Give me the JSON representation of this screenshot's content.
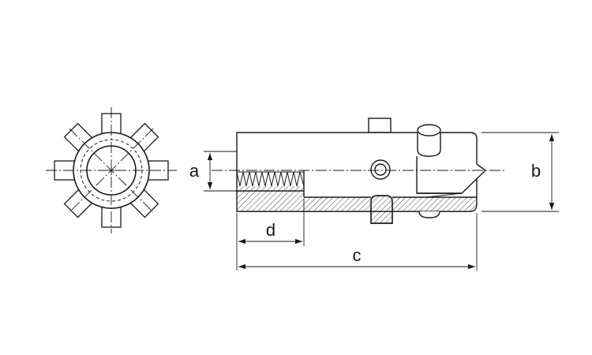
{
  "dimensions": {
    "a": "a",
    "b": "b",
    "c": "c",
    "d": "d"
  },
  "colors": {
    "ink": "#1a1a1a",
    "background": "#ffffff"
  }
}
